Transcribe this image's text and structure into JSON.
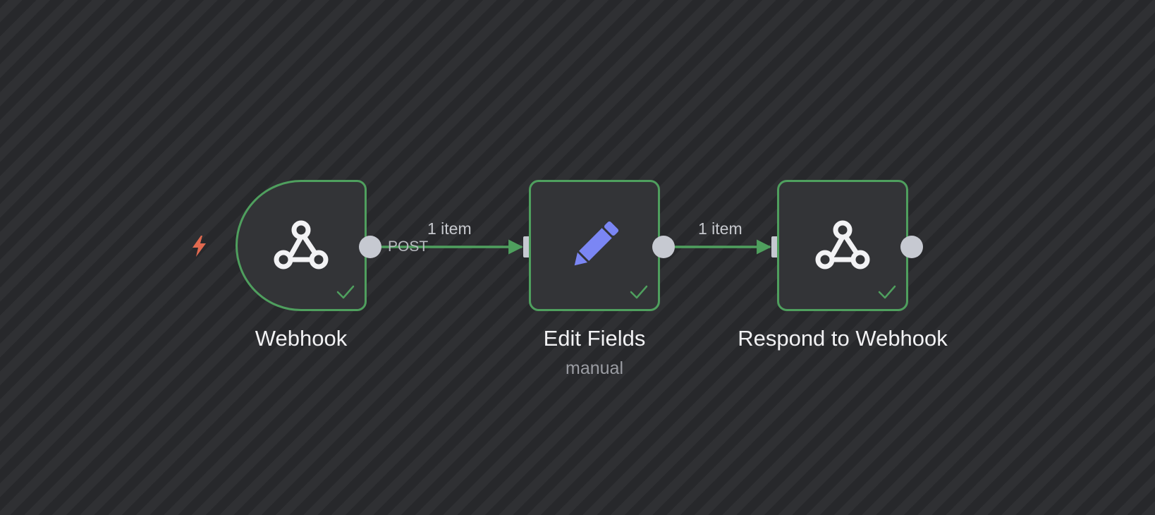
{
  "nodes": [
    {
      "id": "webhook",
      "title": "Webhook",
      "subtitle": "",
      "icon": "webhook-icon",
      "status": "success",
      "is_trigger": true,
      "output_label": "POST"
    },
    {
      "id": "edit-fields",
      "title": "Edit Fields",
      "subtitle": "manual",
      "icon": "pencil-icon",
      "status": "success",
      "is_trigger": false
    },
    {
      "id": "respond-to-webhook",
      "title": "Respond to Webhook",
      "subtitle": "",
      "icon": "webhook-icon",
      "status": "success",
      "is_trigger": false
    }
  ],
  "connections": [
    {
      "from": "webhook",
      "to": "edit-fields",
      "label": "1 item"
    },
    {
      "from": "edit-fields",
      "to": "respond-to-webhook",
      "label": "1 item"
    }
  ],
  "colors": {
    "success_border": "#4f9f5e",
    "edge": "#4f9f5e",
    "trigger_bolt": "#e0694f",
    "pencil_icon": "#7b86f4",
    "port": "#c6c9d1"
  }
}
